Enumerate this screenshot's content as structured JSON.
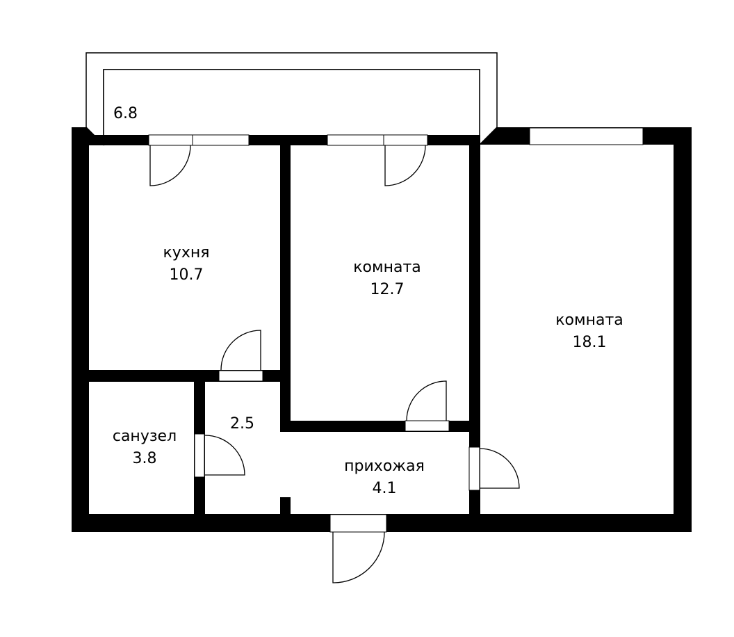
{
  "plan": {
    "wall_color": "#000000",
    "background": "#ffffff",
    "rooms": [
      {
        "id": "balcony",
        "name": "",
        "area": "6.8"
      },
      {
        "id": "kitchen",
        "name": "кухня",
        "area": "10.7"
      },
      {
        "id": "room-middle",
        "name": "комната",
        "area": "12.7"
      },
      {
        "id": "room-right",
        "name": "комната",
        "area": "18.1"
      },
      {
        "id": "bathroom",
        "name": "санузел",
        "area": "3.8"
      },
      {
        "id": "corridor",
        "name": "",
        "area": "2.5"
      },
      {
        "id": "hallway",
        "name": "прихожая",
        "area": "4.1"
      }
    ]
  }
}
